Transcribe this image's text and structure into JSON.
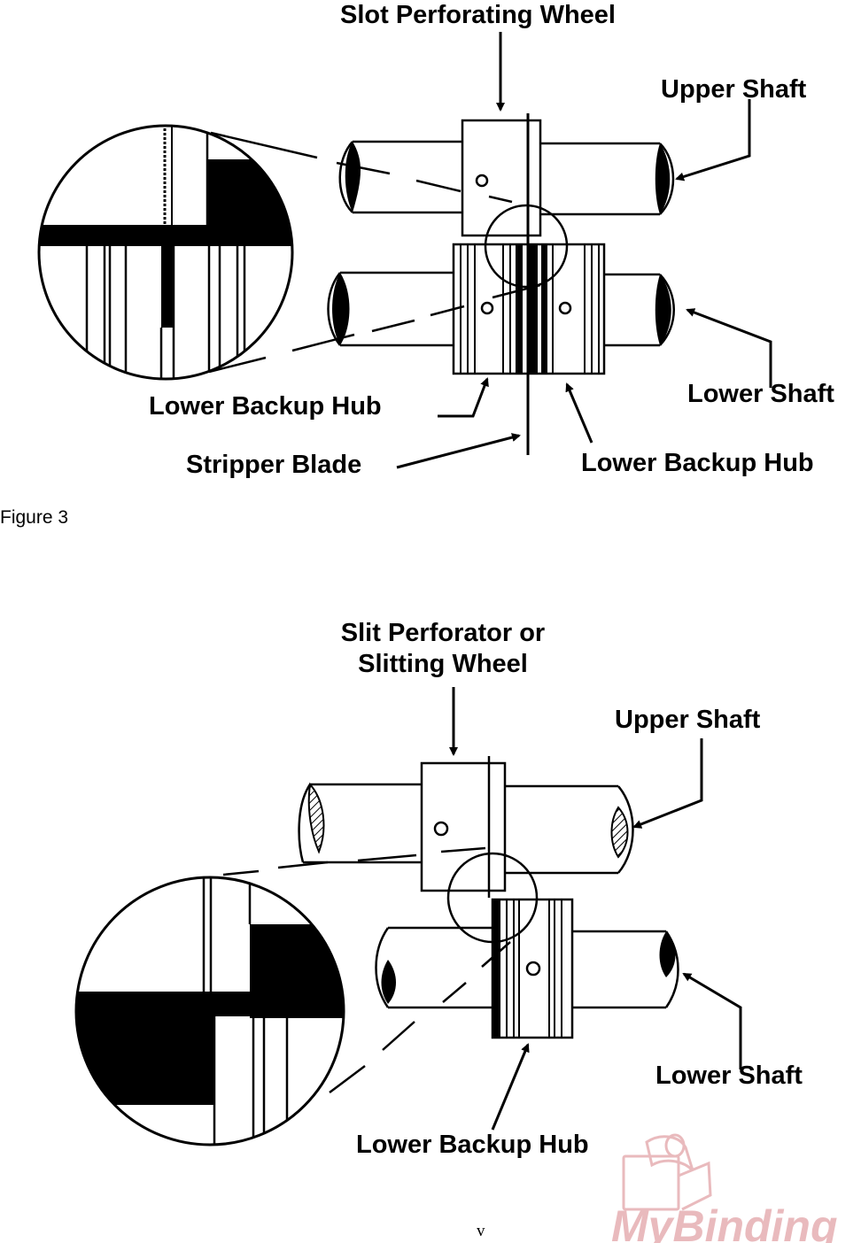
{
  "figure3": {
    "caption": "Figure 3",
    "labels": {
      "slot_perforating_wheel": "Slot Perforating Wheel",
      "upper_shaft": "Upper Shaft",
      "lower_shaft": "Lower Shaft",
      "lower_backup_hub_left": "Lower Backup Hub",
      "lower_backup_hub_right": "Lower Backup Hub",
      "stripper_blade": "Stripper Blade"
    }
  },
  "figure4": {
    "labels": {
      "slit_perforator_line1": "Slit Perforator or",
      "slit_perforator_line2": "Slitting Wheel",
      "upper_shaft": "Upper Shaft",
      "lower_shaft": "Lower Shaft",
      "lower_backup_hub": "Lower Backup Hub"
    }
  },
  "page_number": "v",
  "watermark": "MyBinding",
  "colors": {
    "ink": "#000000",
    "paper": "#ffffff",
    "watermark": "#e2a4a8"
  }
}
